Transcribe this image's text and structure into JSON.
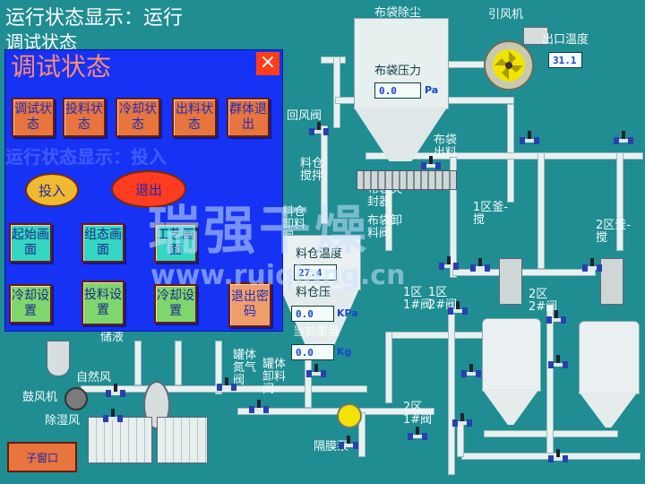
{
  "header": {
    "title": "运行状态显示：运行",
    "sub": "调试状态"
  },
  "process": {
    "bag_filter": "布袋除尘",
    "fan": "引风机",
    "outlet_temp_label": "出口温度",
    "outlet_temp_value": "31.1",
    "bag_pressure_label": "布袋压力",
    "bag_pressure_value": "0.0",
    "bag_pressure_unit": "Pa",
    "return_valve": "回风阀",
    "bag_outlet": "布袋出料",
    "bin_stirrer": "料仓搅拌",
    "bag_seal": "布袋关封器",
    "bag_unload": "布袋卸料阀",
    "bin_discharge": "料仓卸料阀",
    "bin_temp_label": "料仓温度",
    "bin_temp_value": "27.4",
    "bin_pressure_label": "料仓压",
    "bin_pressure_value": "0.0",
    "bin_pressure_unit": "KPa",
    "current_weight_label": "当前重量",
    "current_weight_value": "0.0",
    "current_weight_unit": "Kg",
    "zone1_kettle": "1区釜-搅",
    "zone2_kettle": "2区釜-搅",
    "zone1_valve1": "1区1#阀",
    "zone1_valve2": "1区2#阀",
    "zone2_valve2": "2区2#阀",
    "zone2_valve1": "2区1#阀",
    "tank_nitrogen": "罐体氮气阀",
    "tank_unload": "罐体卸料阀",
    "natural_air": "自然风",
    "blower": "鼓风机",
    "dehumid": "除湿风",
    "diaphragm_pump": "隔膜泵",
    "collect": "储液"
  },
  "popup": {
    "title": "调试状态",
    "close": "×",
    "buttons_row1": [
      "调试状态",
      "投料状态",
      "冷却状态",
      "出料状态",
      "群体退出"
    ],
    "status_text": "运行状态显示：投入",
    "enter": "投入",
    "exit": "退出",
    "nav_row": [
      "起始画面",
      "组态画面",
      "工艺画面"
    ],
    "set_row": [
      "冷却设置",
      "投料设置",
      "冷却设置",
      "退出密码"
    ]
  },
  "subwindow_button": "子窗口",
  "watermark": {
    "line1": "瑞强干燥",
    "line2": "www.ruiqiang.cn"
  }
}
